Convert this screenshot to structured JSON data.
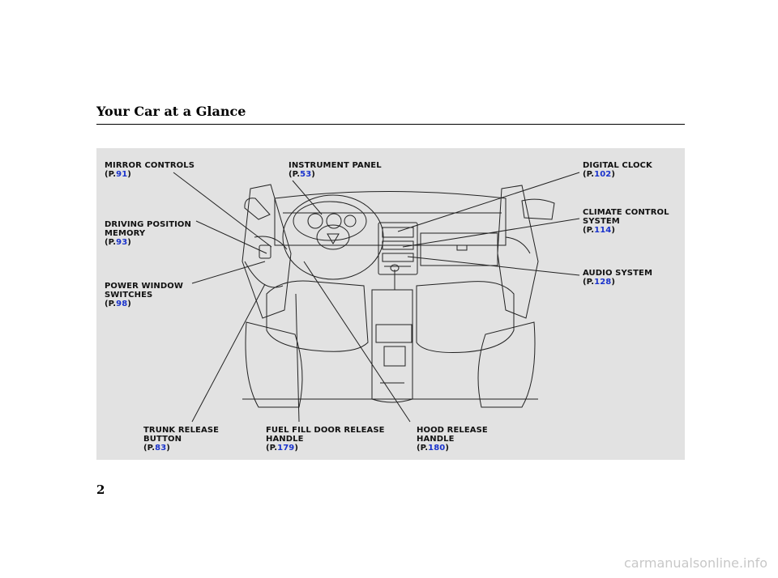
{
  "page": {
    "title": "Your Car at a Glance",
    "page_number": "2",
    "watermark": "carmanualsonline.info"
  },
  "callouts": {
    "mirror_controls": {
      "line1": "MIRROR CONTROLS",
      "prefix": "(P.",
      "page": "91",
      "suffix": ")"
    },
    "driving_position_memory": {
      "line1": "DRIVING POSITION",
      "line2": "MEMORY",
      "prefix": "(P.",
      "page": "93",
      "suffix": ")"
    },
    "power_window_switches": {
      "line1": "POWER WINDOW",
      "line2": "SWITCHES",
      "prefix": "(P.",
      "page": "98",
      "suffix": ")"
    },
    "instrument_panel": {
      "line1": "INSTRUMENT PANEL",
      "prefix": "(P.",
      "page": "53",
      "suffix": ")"
    },
    "digital_clock": {
      "line1": "DIGITAL CLOCK",
      "prefix": "(P.",
      "page": "102",
      "suffix": ")"
    },
    "climate_control_system": {
      "line1": "CLIMATE CONTROL",
      "line2": "SYSTEM",
      "prefix": "(P.",
      "page": "114",
      "suffix": ")"
    },
    "audio_system": {
      "line1": "AUDIO SYSTEM",
      "prefix": "(P.",
      "page": "128",
      "suffix": ")"
    },
    "trunk_release_button": {
      "line1": "TRUNK RELEASE",
      "line2": "BUTTON",
      "prefix": "(P.",
      "page": "83",
      "suffix": ")"
    },
    "fuel_fill_door_release_handle": {
      "line1": "FUEL FILL DOOR RELEASE",
      "line2": "HANDLE",
      "prefix": "(P.",
      "page": "179",
      "suffix": ")"
    },
    "hood_release_handle": {
      "line1": "HOOD RELEASE",
      "line2": "HANDLE",
      "prefix": "(P.",
      "page": "180",
      "suffix": ")"
    }
  },
  "colors": {
    "figure_background": "#e2e2e2",
    "page_link": "#1a33cc",
    "line_art": "#222222"
  }
}
